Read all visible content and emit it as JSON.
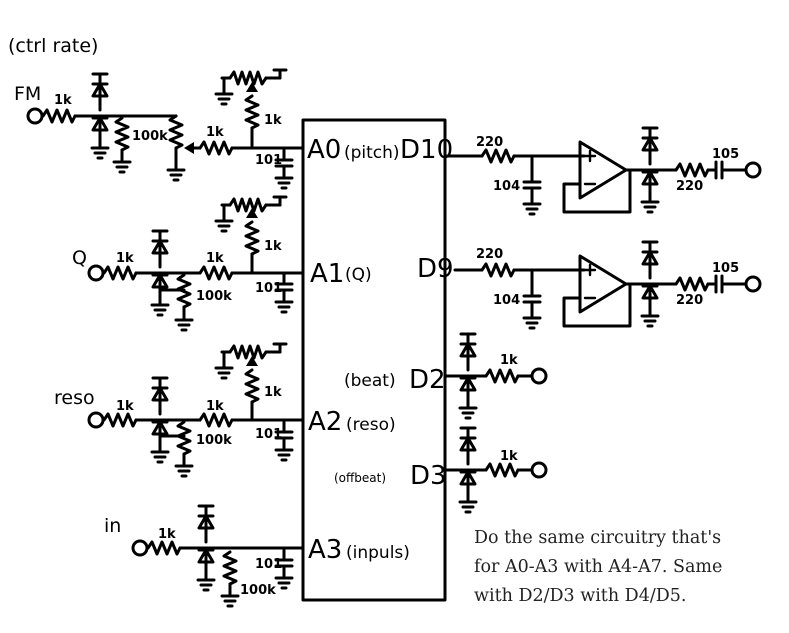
{
  "mcu_pins": {
    "a0": "A0",
    "a0_desc": "(pitch)",
    "a1": "A1",
    "a1_desc": "(Q)",
    "a2": "A2",
    "a2_desc": "(reso)",
    "a3": "A3",
    "a3_desc": "(inpuls)",
    "d10": "D10",
    "d9": "D9",
    "d2": "D2",
    "d2_desc": "(beat)",
    "d3": "D3",
    "d3_desc": "(offbeat)"
  },
  "inputs": {
    "fm": "FM",
    "fm_note": "(ctrl rate)",
    "q": "Q",
    "reso": "reso",
    "in": "in"
  },
  "values": {
    "r_1k": "1k",
    "r_100k": "100k",
    "r_220": "220",
    "c_101": "101",
    "c_104": "104",
    "c_105": "105"
  },
  "note": [
    "Do the same circuitry that's",
    "for A0-A3 with A4-A7. Same",
    "with D2/D3 with D4/D5."
  ]
}
